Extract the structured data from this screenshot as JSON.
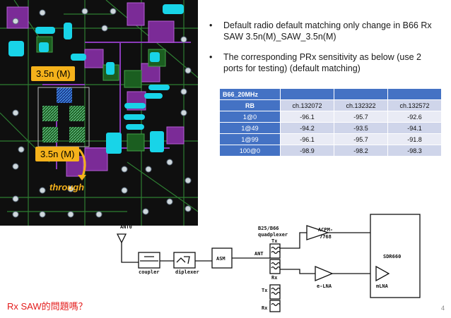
{
  "pcb": {
    "label_top": "3.5n (M)",
    "label_bottom": "3.5n (M)",
    "label_through": "through"
  },
  "bullets": [
    "Default radio default matching only change in B66 Rx SAW 3.5n(M)_SAW_3.5n(M)",
    "The corresponding PRx sensitivity as below (use 2 ports for testing) (default matching)"
  ],
  "table": {
    "title": "B66_20MHz",
    "columns": [
      "RB",
      "ch.132072",
      "ch.132322",
      "ch.132572"
    ],
    "rows": [
      {
        "rb": "1@0",
        "values": [
          "-96.1",
          "-95.7",
          "-92.6"
        ]
      },
      {
        "rb": "1@49",
        "values": [
          "-94.2",
          "-93.5",
          "-94.1"
        ]
      },
      {
        "rb": "1@99",
        "values": [
          "-96.1",
          "-95.7",
          "-91.8"
        ]
      },
      {
        "rb": "100@0",
        "values": [
          "-98.9",
          "-98.2",
          "-98.3"
        ]
      }
    ]
  },
  "schematic": {
    "ant0": "ANT0",
    "coupler": "coupler",
    "diplexer": "diplexer",
    "asm": "ASM",
    "quadplexer": "B25/B66\nquadplexer",
    "ant": "ANT",
    "tx1": "Tx",
    "rx1": "Rx",
    "tx2": "Tx",
    "rx2": "Rx",
    "acpm": "ACPM-\n7768",
    "elna": "e-LNA",
    "sdr": "SDR660",
    "mlna": "mLNA"
  },
  "footer_question": "Rx SAW的問題嗎？",
  "page_number": "4",
  "colors": {
    "highlight": "#f5b21b",
    "table_header": "#4472c4",
    "table_odd": "#cfd5ea",
    "table_even": "#e9ebf5",
    "question": "#e31b1b"
  }
}
